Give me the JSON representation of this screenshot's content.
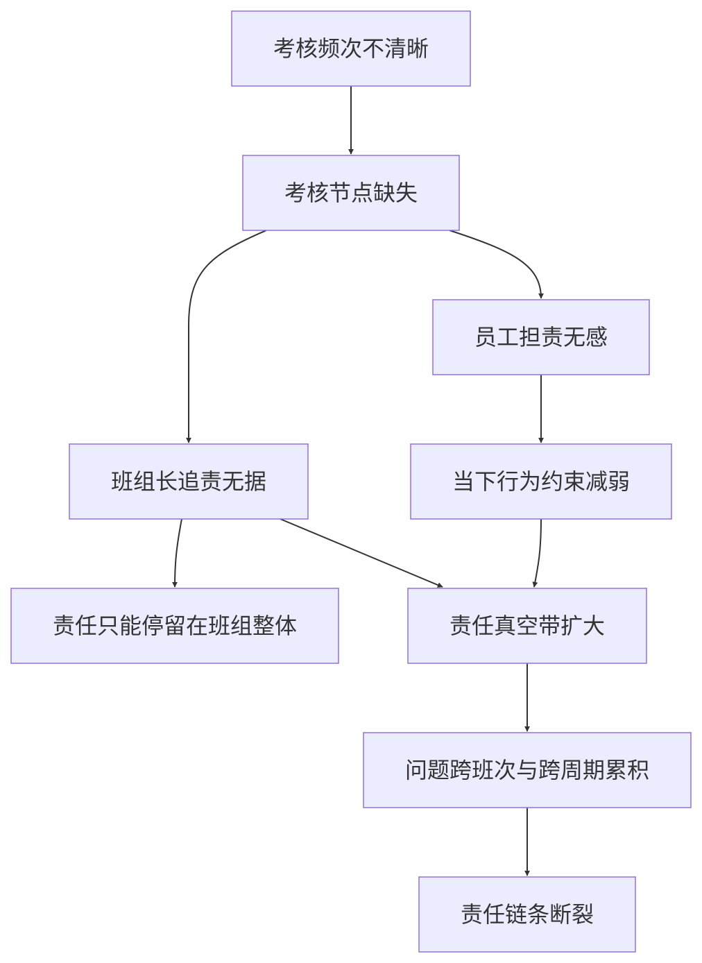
{
  "nodes": [
    {
      "id": "freq",
      "label": "考核频次不清晰"
    },
    {
      "id": "missing",
      "label": "考核节点缺失"
    },
    {
      "id": "staff",
      "label": "员工担责无感"
    },
    {
      "id": "leader",
      "label": "班组长追责无据"
    },
    {
      "id": "weaken",
      "label": "当下行为约束减弱"
    },
    {
      "id": "team",
      "label": "责任只能停留在班组整体"
    },
    {
      "id": "vacuum",
      "label": "责任真空带扩大"
    },
    {
      "id": "accum",
      "label": "问题跨班次与跨周期累积"
    },
    {
      "id": "chain",
      "label": "责任链条断裂"
    }
  ],
  "edges": [
    {
      "from": "freq",
      "to": "missing"
    },
    {
      "from": "missing",
      "to": "leader"
    },
    {
      "from": "missing",
      "to": "staff"
    },
    {
      "from": "staff",
      "to": "weaken"
    },
    {
      "from": "leader",
      "to": "team"
    },
    {
      "from": "leader",
      "to": "vacuum"
    },
    {
      "from": "weaken",
      "to": "vacuum"
    },
    {
      "from": "vacuum",
      "to": "accum"
    },
    {
      "from": "accum",
      "to": "chain"
    }
  ]
}
